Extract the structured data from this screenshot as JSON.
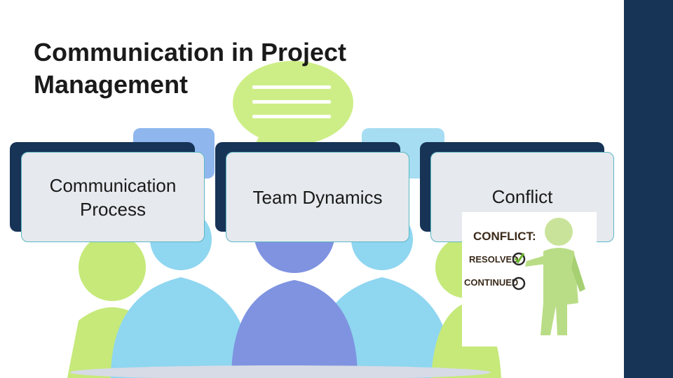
{
  "slide": {
    "title_lines": [
      "Communication in Project",
      "Management"
    ],
    "boxes": [
      {
        "label_lines": [
          "Communication",
          "Process"
        ]
      },
      {
        "label_lines": [
          "Team Dynamics"
        ]
      },
      {
        "label_lines": [
          "Conflict"
        ]
      }
    ],
    "conflict_card": {
      "heading": "CONFLICT:",
      "options": [
        {
          "label": "RESOLVED",
          "checked": true
        },
        {
          "label": "CONTINUED",
          "checked": false
        }
      ]
    }
  },
  "colors": {
    "sidebar": "#173356",
    "box_shadow": "#173356",
    "box_fill": "#e6e9ed",
    "box_border": "#5ab7c6",
    "person_green": "#c6e97a",
    "person_blue": "#8fd6f0",
    "person_purple": "#7f93e0"
  },
  "icons": [
    "group-of-people-icon",
    "speech-bubble-icon",
    "figure-check-icon"
  ]
}
